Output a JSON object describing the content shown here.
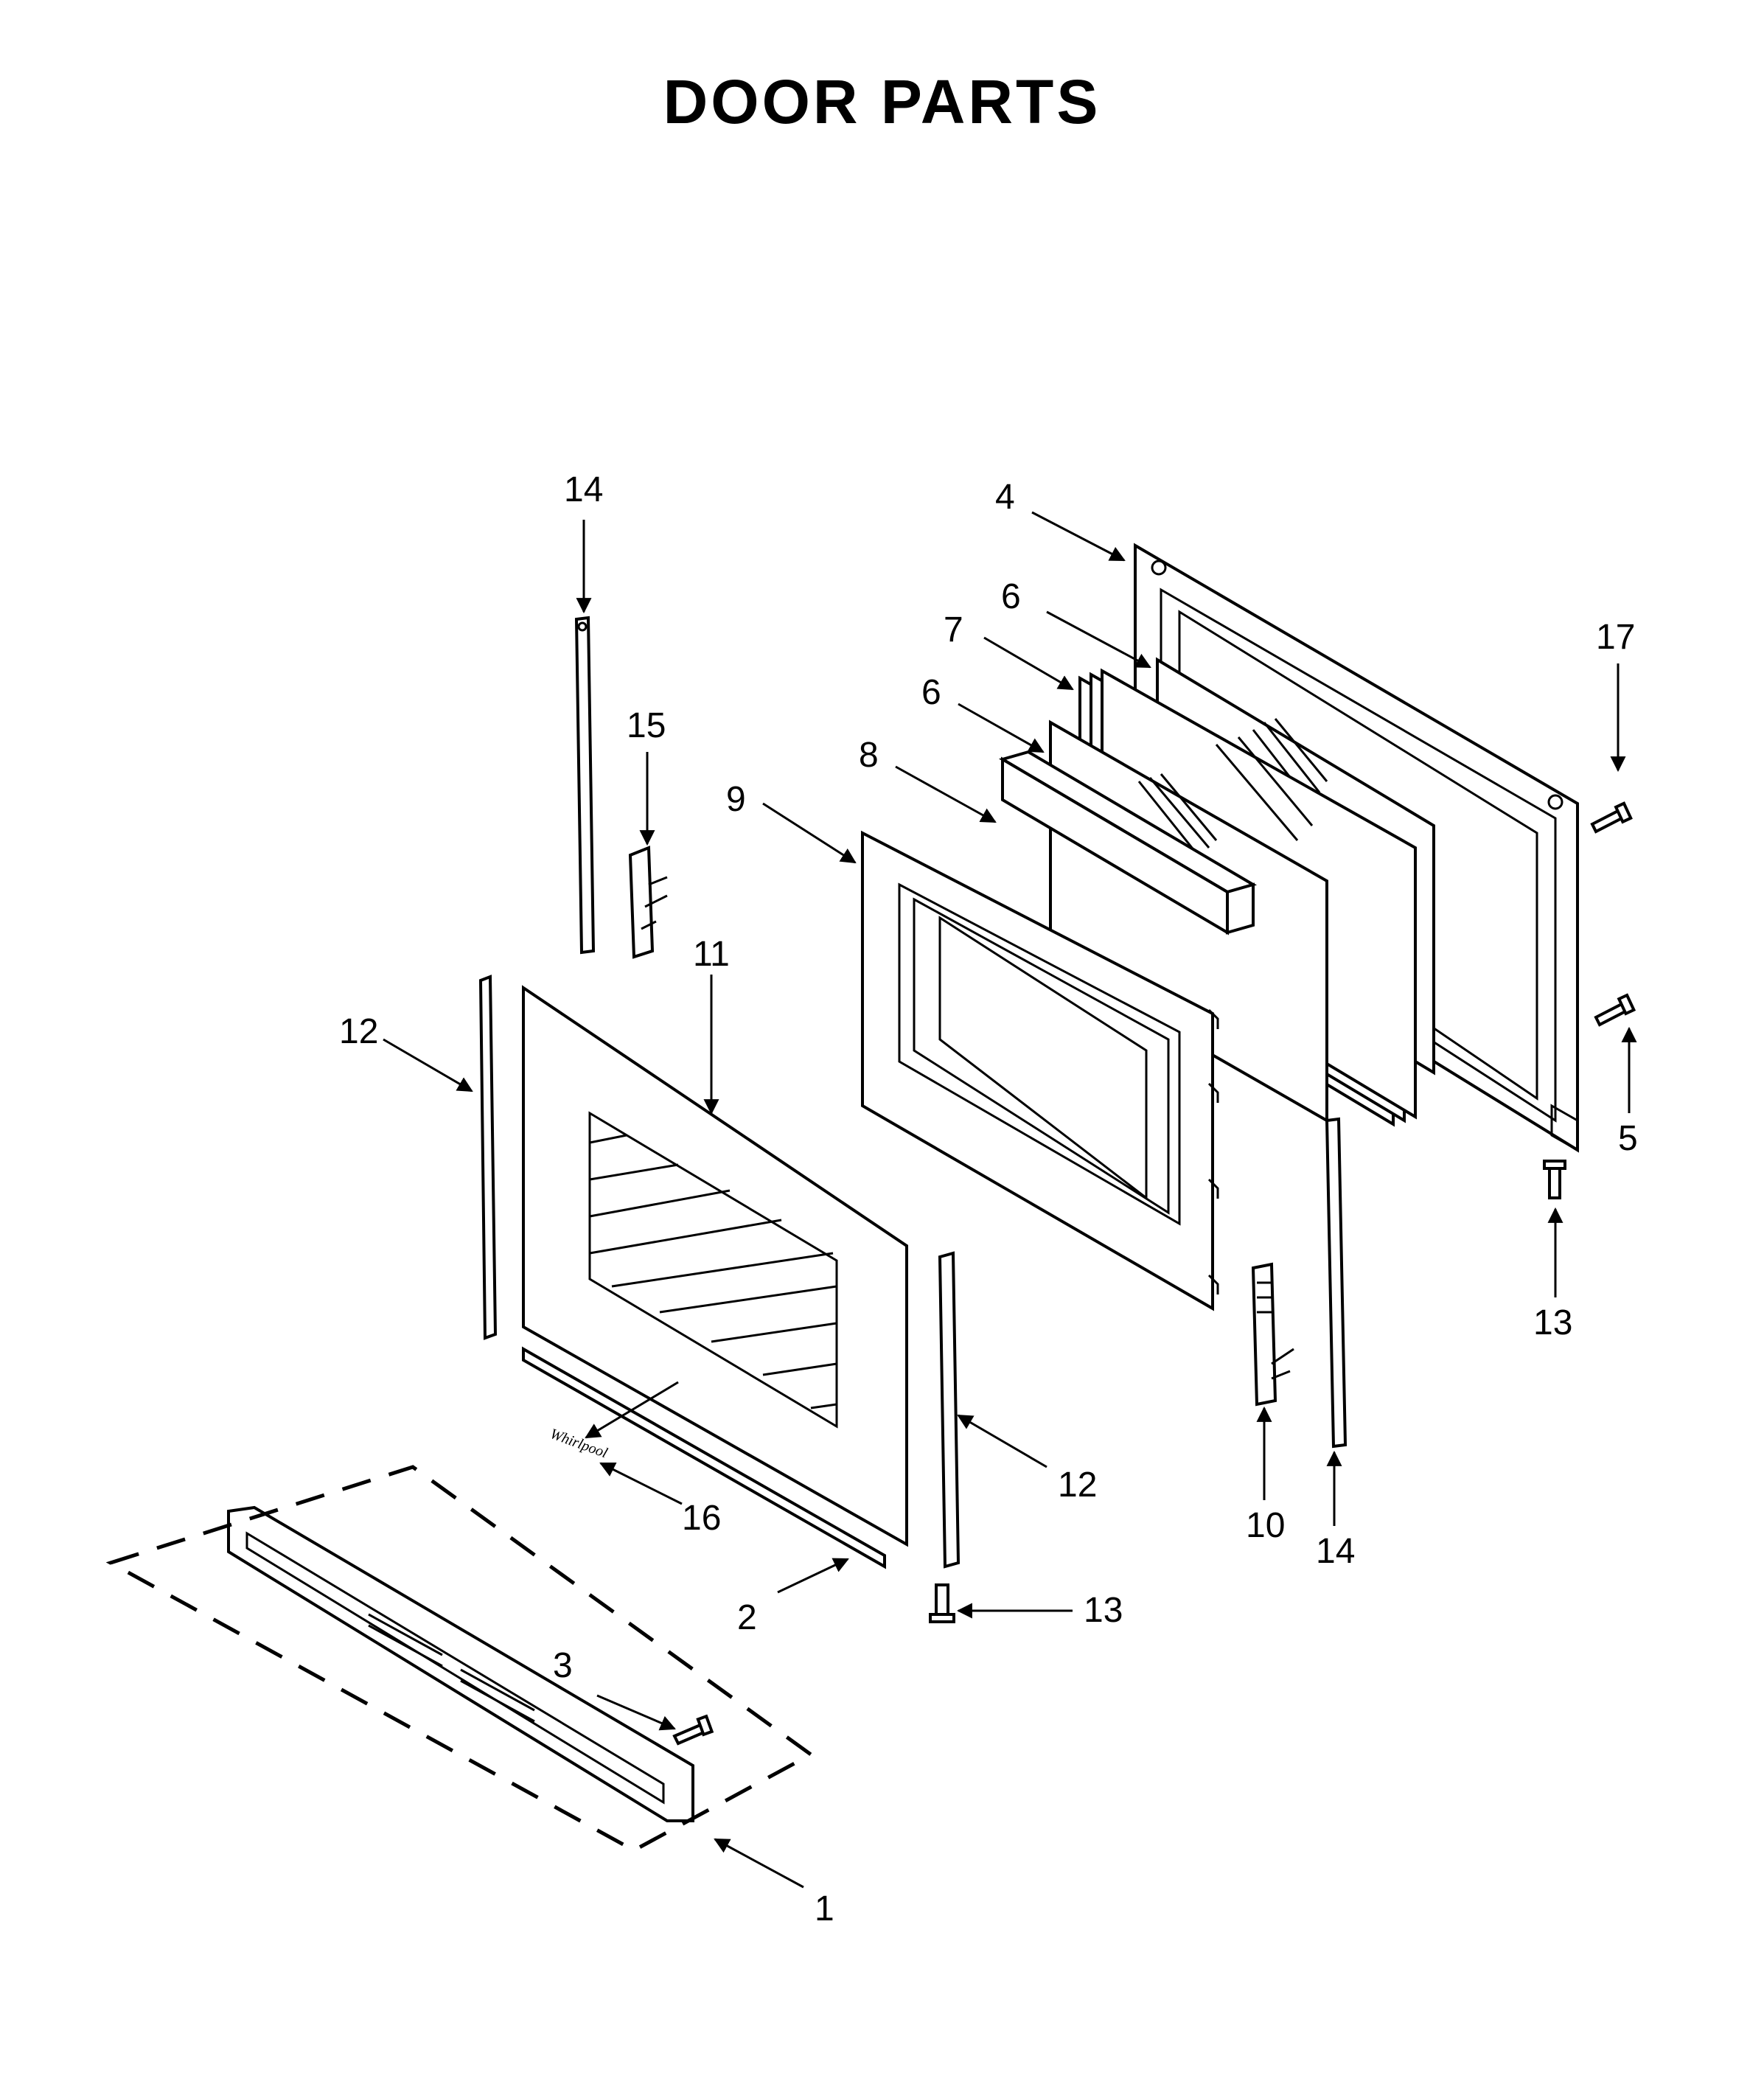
{
  "title": "DOOR PARTS",
  "callouts": [
    {
      "id": "c1",
      "label": "1"
    },
    {
      "id": "c2",
      "label": "2"
    },
    {
      "id": "c3",
      "label": "3"
    },
    {
      "id": "c4",
      "label": "4"
    },
    {
      "id": "c5",
      "label": "5"
    },
    {
      "id": "c6a",
      "label": "6"
    },
    {
      "id": "c6b",
      "label": "6"
    },
    {
      "id": "c7",
      "label": "7"
    },
    {
      "id": "c8",
      "label": "8"
    },
    {
      "id": "c9",
      "label": "9"
    },
    {
      "id": "c10",
      "label": "10"
    },
    {
      "id": "c11",
      "label": "11"
    },
    {
      "id": "c12a",
      "label": "12"
    },
    {
      "id": "c12b",
      "label": "12"
    },
    {
      "id": "c13a",
      "label": "13"
    },
    {
      "id": "c13b",
      "label": "13"
    },
    {
      "id": "c14a",
      "label": "14"
    },
    {
      "id": "c14b",
      "label": "14"
    },
    {
      "id": "c15",
      "label": "15"
    },
    {
      "id": "c16",
      "label": "16"
    },
    {
      "id": "c17",
      "label": "17"
    }
  ],
  "logo_text": "Whirlpool"
}
